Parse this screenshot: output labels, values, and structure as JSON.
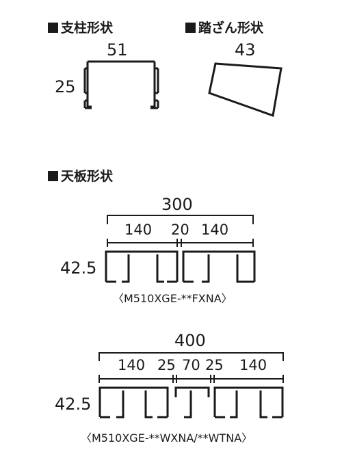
{
  "sections": {
    "pillar": {
      "title": "支柱形状",
      "width": "51",
      "height": "25"
    },
    "step": {
      "title": "踏ざん形状",
      "width": "43"
    },
    "top": {
      "title": "天板形状"
    }
  },
  "top_a": {
    "total": "300",
    "segments": [
      "140",
      "20",
      "140"
    ],
    "height": "42.5",
    "model": "〈M510XGE-**FXNA〉"
  },
  "top_b": {
    "total": "400",
    "segments": [
      "140",
      "25",
      "70",
      "25",
      "140"
    ],
    "height": "42.5",
    "model": "〈M510XGE-**WXNA/**WTNA〉"
  },
  "colors": {
    "line": "#1a1a1a",
    "background": "#ffffff"
  }
}
